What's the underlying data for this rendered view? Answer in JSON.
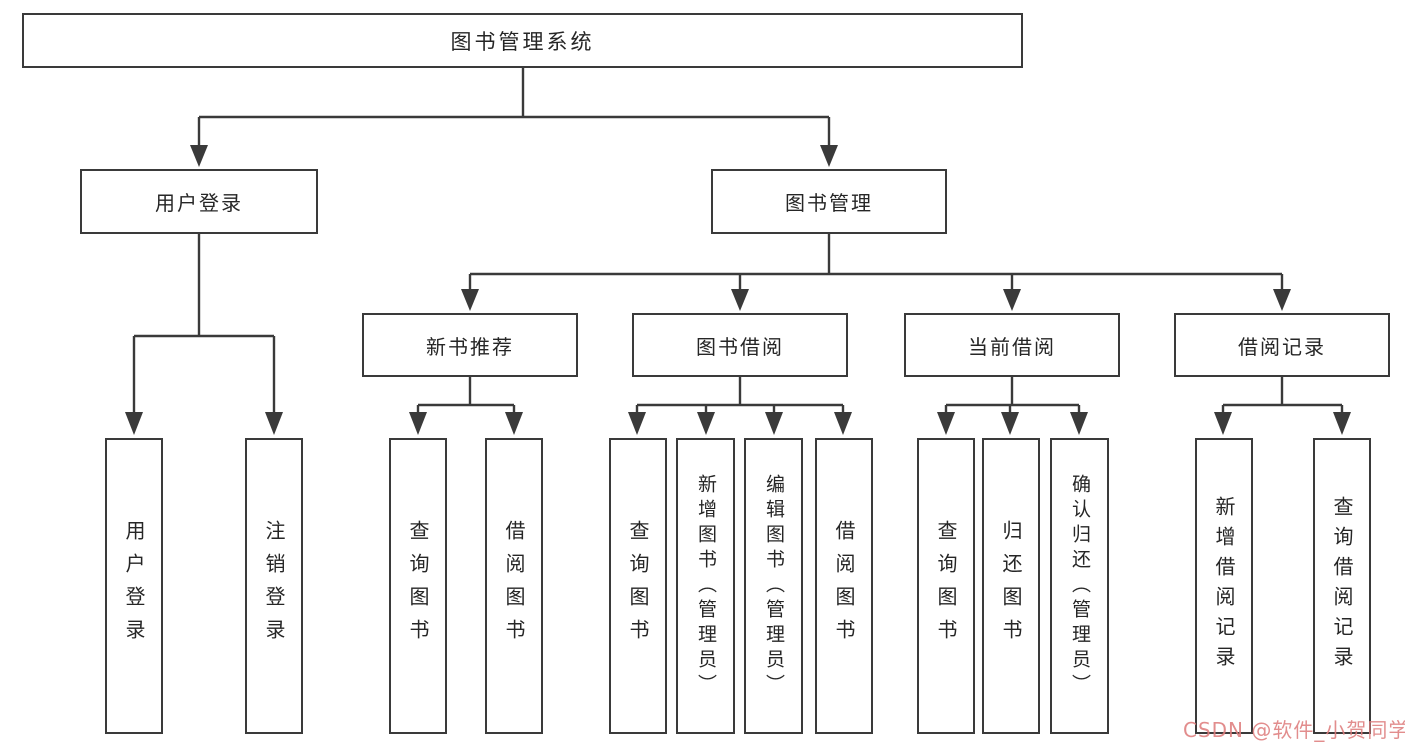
{
  "diagram": {
    "root": {
      "label": "图书管理系统"
    },
    "level2": [
      {
        "label": "用户登录"
      },
      {
        "label": "图书管理"
      }
    ],
    "level3": [
      {
        "label": "新书推荐"
      },
      {
        "label": "图书借阅"
      },
      {
        "label": "当前借阅"
      },
      {
        "label": "借阅记录"
      }
    ],
    "leaves": {
      "user_login": [
        "用户登录",
        "注销登录"
      ],
      "new_book": [
        "查询图书",
        "借阅图书"
      ],
      "book_borrow": [
        "查询图书",
        "新增图书（管理员）",
        "编辑图书（管理员）",
        "借阅图书"
      ],
      "current_borrow": [
        "查询图书",
        "归还图书",
        "确认归还（管理员）"
      ],
      "borrow_record": [
        "新增借阅记录",
        "查询借阅记录"
      ]
    }
  },
  "colors": {
    "line": "#3a3a3a",
    "text": "#262626",
    "watermark": "#de7d7d"
  },
  "watermark": {
    "text": "CSDN @软件_小贺同学"
  }
}
